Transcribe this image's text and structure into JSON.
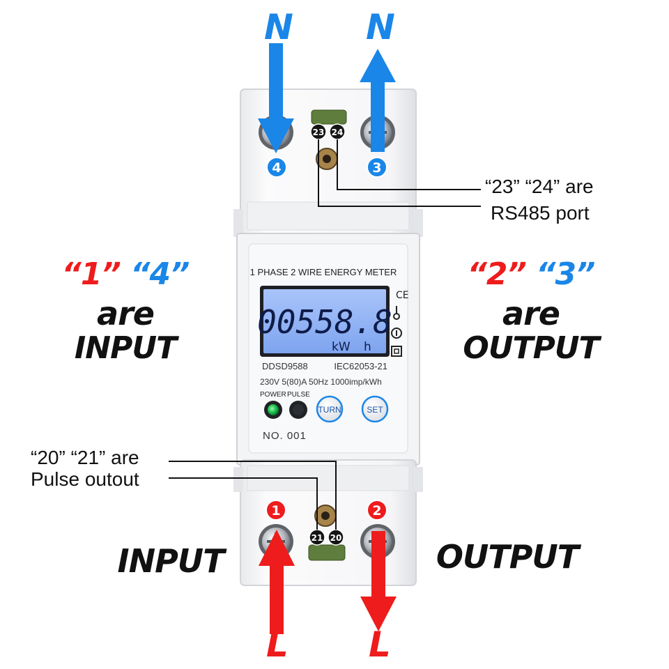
{
  "labels": {
    "top_left_terminal": "N",
    "top_right_terminal": "N",
    "bottom_left_terminal": "L",
    "bottom_right_terminal": "L"
  },
  "terminals": {
    "t4": "4",
    "t3": "3",
    "t1": "1",
    "t2": "2",
    "t23": "23",
    "t24": "24",
    "t21": "21",
    "t20": "20"
  },
  "left_note": {
    "q1": "“1”",
    "q4": "“4”",
    "are": "are",
    "role": "INPUT"
  },
  "right_note": {
    "q2": "“2”",
    "q3": "“3”",
    "are": "are",
    "role": "OUTPUT"
  },
  "bottom_labels": {
    "input": "INPUT",
    "output": "OUTPUT"
  },
  "annotations": {
    "rs485_line1": "“23” “24” are",
    "rs485_line2": "RS485 port",
    "pulse_line1": "“20” “21” are",
    "pulse_line2": "Pulse outout"
  },
  "meter": {
    "header": "1 PHASE 2 WIRE ENERGY METER",
    "reading": "00558.8",
    "unit_kw": "kW",
    "unit_h": "h",
    "model": "DDSD9588",
    "standard": "IEC62053-21",
    "specs": "230V  5(80)A  50Hz 1000imp/kWh",
    "power_label": "POWER",
    "pulse_label": "PULSE",
    "turn_button": "TURN",
    "set_button": "SET",
    "serial": "NO. 001",
    "ce_mark": "CE"
  },
  "colors": {
    "blue": "#1a86e8",
    "red": "#ee1c1c",
    "lcd": "#8fb2f4",
    "power_led": "#19c34a"
  }
}
